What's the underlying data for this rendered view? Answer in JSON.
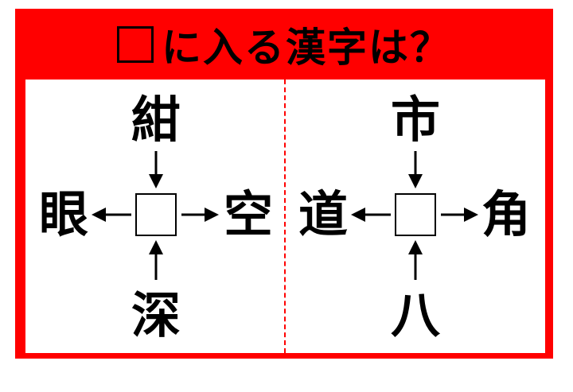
{
  "title": {
    "blank_symbol": "□",
    "text": "に入る漢字は？"
  },
  "colors": {
    "frame": "#ff0000",
    "text": "#000000"
  },
  "puzzles": [
    {
      "top": "紺",
      "left": "眼",
      "right": "空",
      "bottom": "深"
    },
    {
      "top": "市",
      "left": "道",
      "right": "角",
      "bottom": "八"
    }
  ]
}
